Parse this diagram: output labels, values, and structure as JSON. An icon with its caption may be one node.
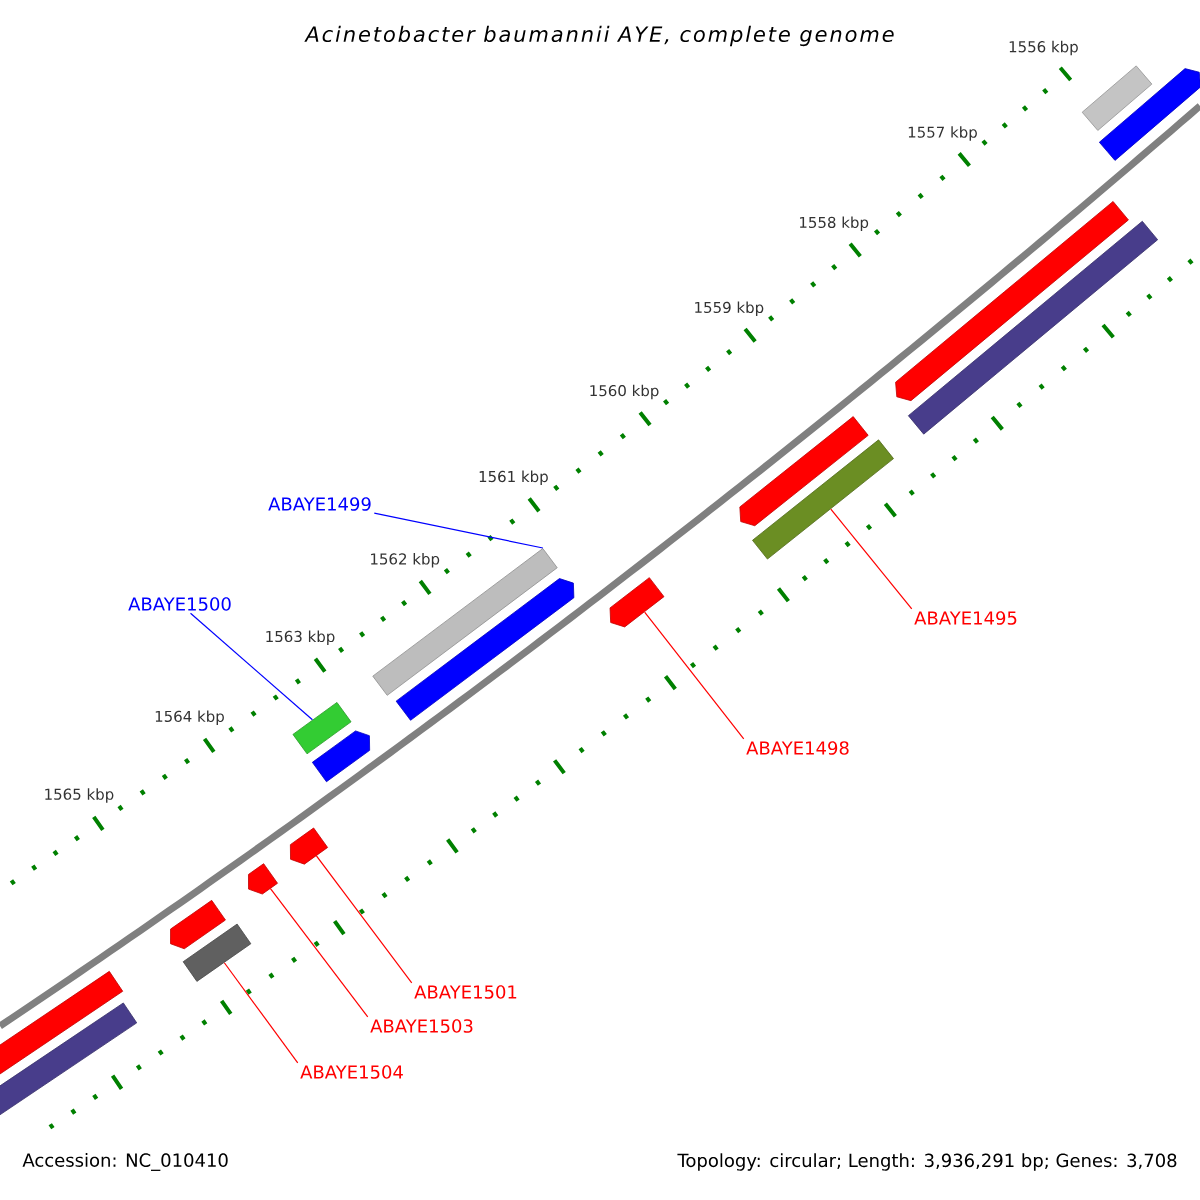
{
  "diagram": {
    "title": "Acinetobacter baumannii AYE, complete genome",
    "nodes": [
      {
        "text": [
          "ABAYE1499"
        ]
      },
      {
        "text": [
          "ABAYE1500"
        ]
      },
      {
        "text": [
          "ABAYE1495"
        ]
      },
      {
        "text": [
          "ABAYE1498"
        ]
      },
      {
        "text": [
          "ABAYE1501"
        ]
      },
      {
        "text": [
          "ABAYE1503"
        ]
      },
      {
        "text": [
          "ABAYE1504"
        ]
      },
      {
        "text": [],
        "shape": "bar"
      },
      {
        "text": [],
        "shape": "bar"
      },
      {
        "text": [],
        "shape": "bar"
      },
      {
        "text": [],
        "shape": "bar"
      },
      {
        "text": [],
        "shape": "bar"
      },
      {
        "text": [],
        "shape": "bar"
      },
      {
        "text": [],
        "shape": "bar"
      },
      {
        "text": [],
        "shape": "bar"
      },
      {
        "text": [],
        "shape": "bar"
      },
      {
        "text": [],
        "shape": "bar"
      },
      {
        "text": [],
        "shape": "bar"
      },
      {
        "text": [],
        "shape": "bar"
      },
      {
        "text": [],
        "shape": "bar"
      },
      {
        "text": [],
        "shape": "bar"
      },
      {
        "text": [],
        "shape": "bar"
      },
      {
        "text": [],
        "shape": "bar"
      },
      {
        "text": [],
        "shape": "bar"
      }
    ],
    "edges": [
      {
        "from": 0,
        "to": 14,
        "arrow": "none",
        "color": "#0000ff"
      },
      {
        "from": 1,
        "to": 16,
        "arrow": "none",
        "color": "#0000ff"
      },
      {
        "from": 2,
        "to": 12,
        "arrow": "none"
      },
      {
        "from": 3,
        "to": 13,
        "arrow": "none"
      },
      {
        "from": 4,
        "to": 18,
        "arrow": "none"
      },
      {
        "from": 5,
        "to": 19,
        "arrow": "none"
      },
      {
        "from": 6,
        "to": 21,
        "arrow": "none"
      }
    ],
    "labels": [
      "1556 kbp",
      "1557 kbp",
      "1558 kbp",
      "1559 kbp",
      "1560 kbp",
      "1561 kbp",
      "1562 kbp",
      "1563 kbp",
      "1564 kbp",
      "1565 kbp",
      "Accession: NC_010410",
      "Topology: circular; Length: 3,936,291 bp; Genes: 3,708"
    ]
  }
}
